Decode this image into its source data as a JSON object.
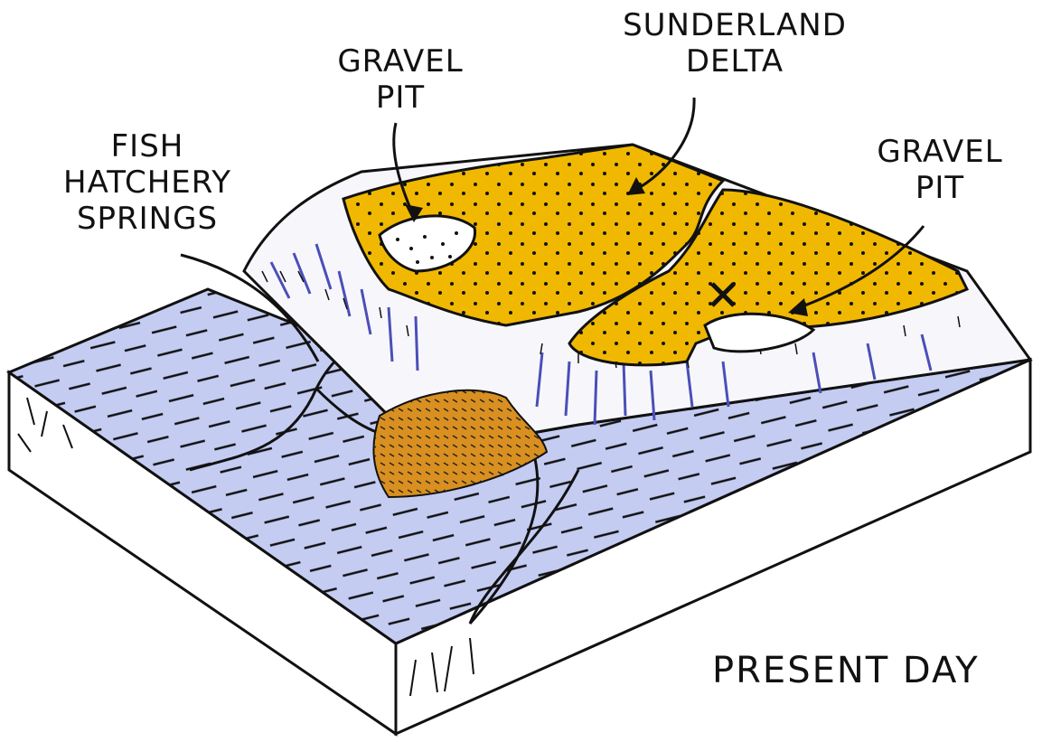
{
  "labels": {
    "fish_hatchery": [
      "FISH",
      "HATCHERY",
      "SPRINGS"
    ],
    "gravel_pit_left": [
      "GRAVEL",
      "PIT"
    ],
    "sunderland_delta": [
      "SUNDERLAND",
      "DELTA"
    ],
    "gravel_pit_right": [
      "GRAVEL",
      "PIT"
    ],
    "present_day": "PRESENT DAY",
    "site_marker": "X"
  },
  "colors": {
    "delta_fill": "#f0b800",
    "fan_fill": "#d99020",
    "water_fill": "#b8c2ee",
    "hachure": "#4a4fb8",
    "ink": "#111111"
  }
}
